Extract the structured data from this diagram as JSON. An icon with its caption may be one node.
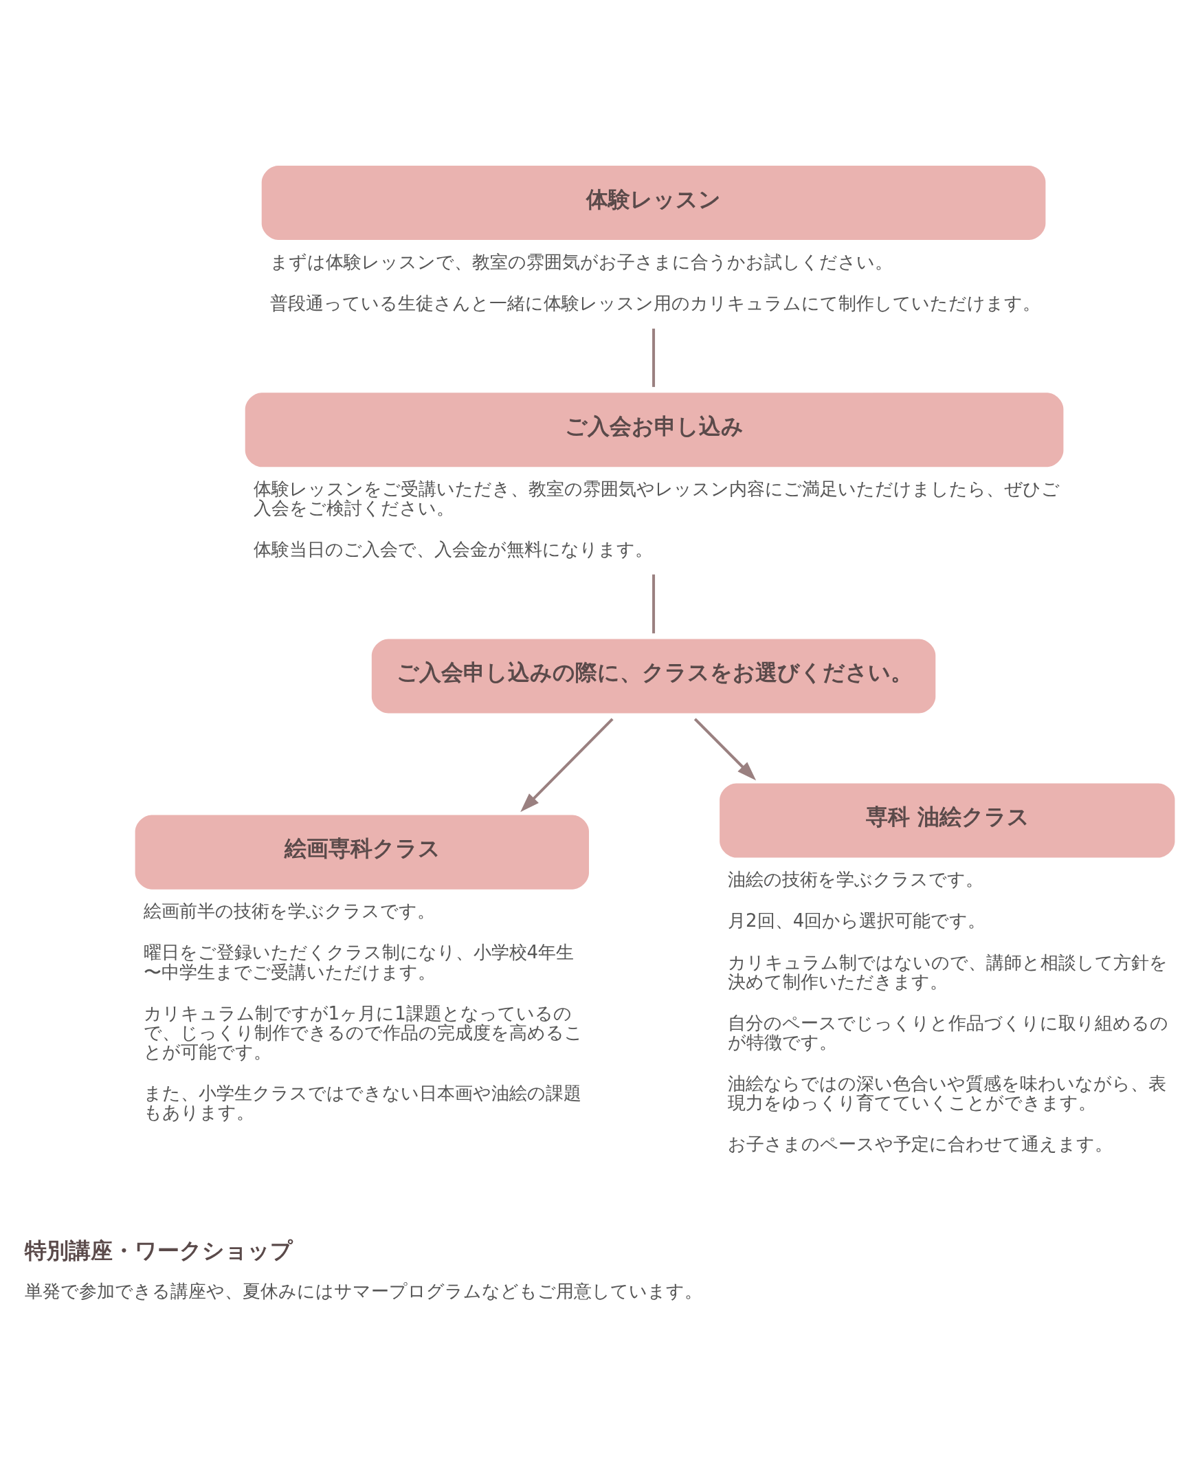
{
  "diagram": {
    "nodes": [
      {
        "text": [
          "体験レッスン"
        ],
        "beside": [
          "まずは体験レッスンで、教室の雰囲気がお子さまに合うかお試しください。",
          "普段通っている生徒さんと一緒に体験レッスン用のカリキュラムにて制作していただけます。"
        ]
      },
      {
        "text": [
          "ご入会お申し込み"
        ],
        "beside": [
          "体験レッスンをご受講いただき、教室の雰囲気やレッスン内容にご満足いただけましたら、ぜひご入会をご検討ください。",
          "体験当日のご入会で、入会金が無料になります。"
        ]
      },
      {
        "text": [
          "ご入会申し込みの際に、クラスをお選びください。"
        ]
      },
      {
        "text": [
          "絵画専科クラス"
        ],
        "beside": [
          "絵画前半の技術を学ぶクラスです。",
          "曜日をご登録いただくクラス制になり、小学校4年生〜中学生までご受講いただけます。",
          "カリキュラム制ですが1ヶ月に1課題となっているので、じっくり制作できるので作品の完成度を高めることが可能です。",
          "また、小学生クラスではできない日本画や油絵の課題もあります。"
        ]
      },
      {
        "text": [
          "専科 油絵クラス"
        ],
        "beside": [
          "油絵の技術を学ぶクラスです。",
          "月2回、4回から選択可能です。",
          "カリキュラム制ではないので、講師と相談して方針を決めて制作いただきます。",
          "自分のペースでじっくりと作品づくりに取り組めるのが特徴です。",
          "油絵ならではの深い色合いや質感を味わいながら、表現力をゆっくり育てていくことができます。",
          "お子さまのペースや予定に合わせて通えます。"
        ]
      }
    ],
    "edges": [
      {
        "from": 0,
        "to": 1,
        "arrow": "none"
      },
      {
        "from": 1,
        "to": 2,
        "arrow": "none"
      },
      {
        "from": 2,
        "to": 3,
        "arrow": "to"
      },
      {
        "from": 2,
        "to": 4,
        "arrow": "to"
      }
    ],
    "labels": [
      "特別講座・ワークショップ",
      "単発で参加できる講座や、夏休みにはサマープログラムなどもご用意しています。"
    ]
  }
}
